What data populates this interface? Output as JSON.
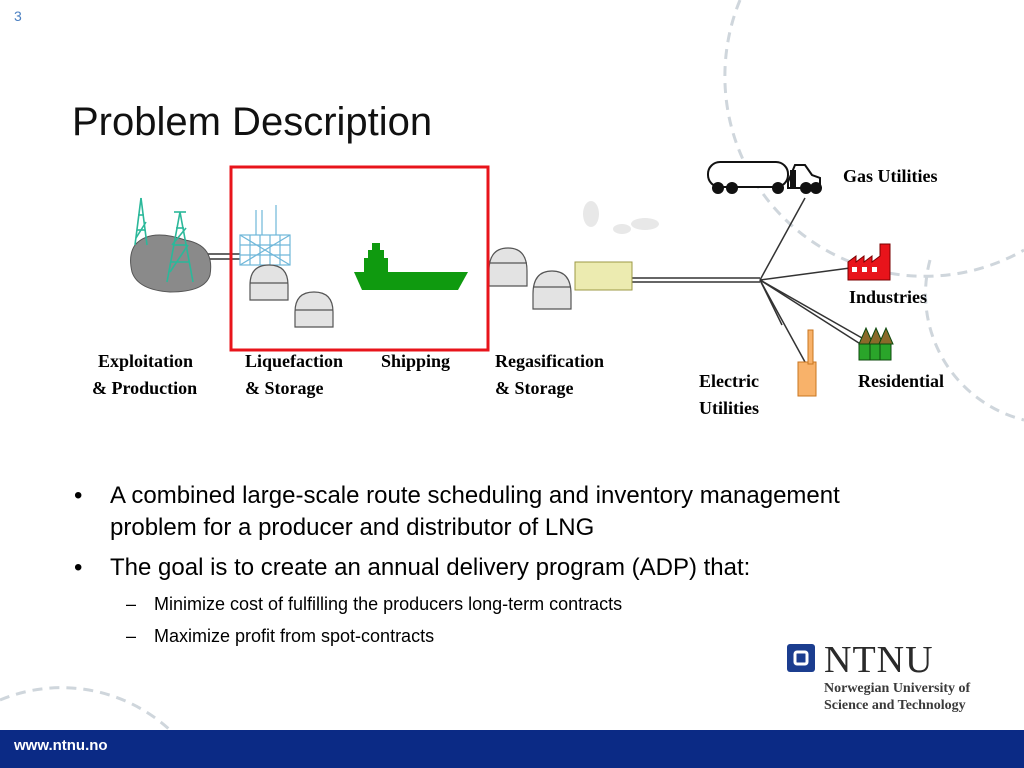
{
  "slide_number": "3",
  "title": "Problem Description",
  "diagram": {
    "stages": [
      {
        "line1": "Exploitation",
        "line2": "& Production"
      },
      {
        "line1": "Liquefaction",
        "line2": "& Storage"
      },
      {
        "line1": "Shipping",
        "line2": ""
      },
      {
        "line1": "Regasification",
        "line2": "& Storage"
      }
    ],
    "consumers": {
      "gas_utilities": "Gas Utilities",
      "industries": "Industries",
      "residential": "Residential",
      "electric_line1": "Electric",
      "electric_line2": "Utilities"
    },
    "highlight_color": "#e8141b",
    "ship_color": "#0f9a0f"
  },
  "bullets": [
    {
      "text": "A combined large-scale route scheduling and inventory management problem for a producer and distributor of LNG",
      "sub": []
    },
    {
      "text": "The goal is to create an annual delivery program (ADP) that:",
      "sub": [
        "Minimize cost of fulfilling the producers long-term contracts",
        "Maximize profit from spot-contracts"
      ]
    }
  ],
  "logo": {
    "name": "NTNU",
    "subtitle_line1": "Norwegian University of",
    "subtitle_line2": "Science and Technology"
  },
  "footer": {
    "url": "www.ntnu.no",
    "bar_color": "#0b2a85"
  }
}
